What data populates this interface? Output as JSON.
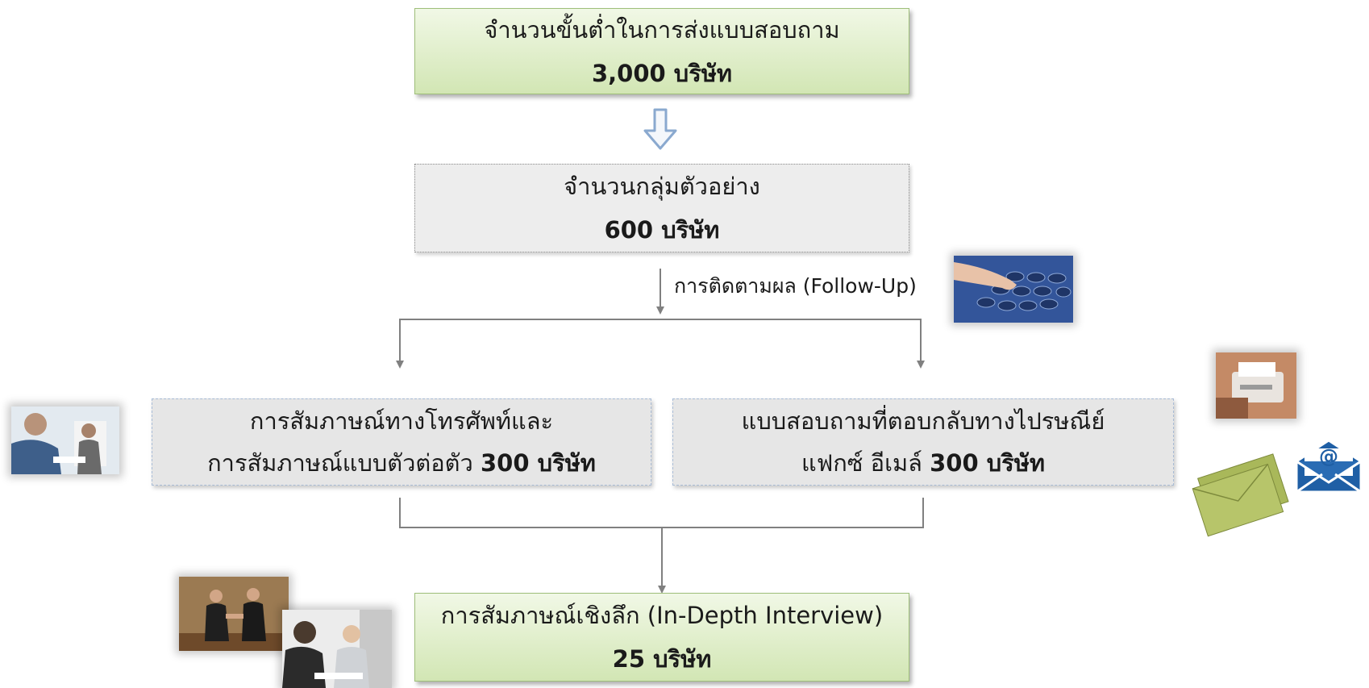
{
  "top_box": {
    "line1": "จำนวนขั้นต่ำในการส่งแบบสอบถาม",
    "line2": "3,000 บริษัท"
  },
  "sample_box": {
    "line1": "จำนวนกลุ่มตัวอย่าง",
    "line2": "600 บริษัท"
  },
  "follow_up_label": "การติดตามผล (Follow-Up)",
  "left_box": {
    "line1": "การสัมภาษณ์ทางโทรศัพท์และ",
    "line2_text": "การสัมภาษณ์แบบตัวต่อตัว ",
    "line2_bold": "300 บริษัท"
  },
  "right_box": {
    "line1": "แบบสอบถามที่ตอบกลับทางไปรษณีย์",
    "line2_text": "แฟกซ์ อีเมล์ ",
    "line2_bold": "300 บริษัท"
  },
  "bottom_box": {
    "line1": "การสัมภาษณ์เชิงลึก (In-Depth Interview)",
    "line2": "25 บริษัท"
  },
  "email_icon_symbol": "@",
  "colors": {
    "green_top": "#f1f8e6",
    "green_bottom": "#d2e6b4",
    "gray_box": "#ededed",
    "connector": "#808080",
    "hollow_arrow": "#8aa9cf",
    "envelope_blue": "#1f5fa5"
  }
}
